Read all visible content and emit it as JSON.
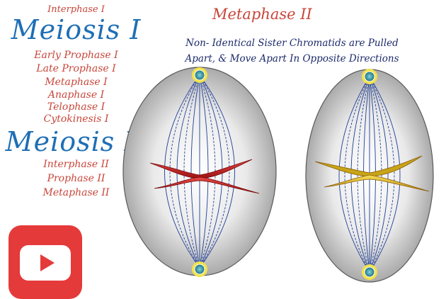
{
  "menu": {
    "interphase_1": "Interphase I",
    "meiosis_1": "Meiosis I",
    "early_prophase_1": "Early Prophase I",
    "late_prophase_1": "Late Prophase I",
    "metaphase_1": "Metaphase I",
    "anaphase_1": "Anaphase I",
    "telophase_1": "Telophase I",
    "cytokinesis_1": "Cytokinesis I",
    "meiosis_2": "Meiosis II",
    "interphase_2": "Interphase II",
    "prophase_2": "Prophase II",
    "metaphase_2": "Metaphase II"
  },
  "heading": {
    "title": "Metaphase II",
    "subtitle_line1": "Non- Identical Sister Chromatids are Pulled",
    "subtitle_line2": "Apart, & Move Apart In Opposite Directions"
  },
  "colors": {
    "menu_text": "#c8463a",
    "meiosis_heading": "#1f6fb5",
    "subtitle": "#1d2a6b",
    "spindle": "#1f3f9a",
    "chromatid_left": "#c41d1d",
    "chromatid_right": "#e0b414",
    "youtube": "#e53a3a"
  },
  "icons": {
    "video_button": "youtube-play-icon",
    "spindle_pole": "centrosome-icon"
  }
}
